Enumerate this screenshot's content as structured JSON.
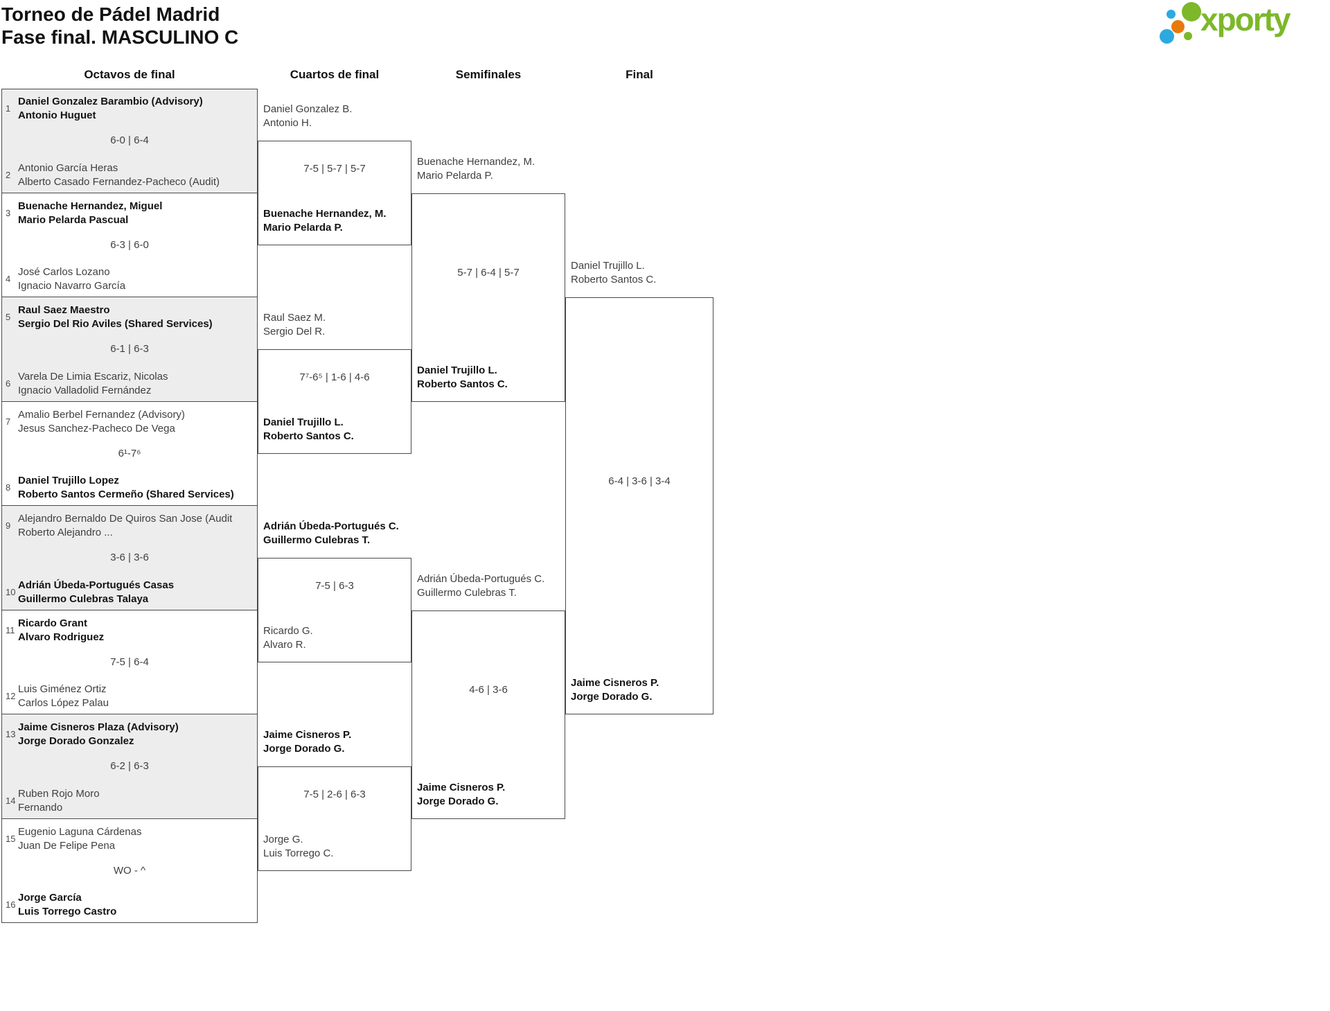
{
  "title": {
    "line1": "Torneo de Pádel Madrid",
    "line2": "Fase final. MASCULINO C"
  },
  "logo": {
    "text": "xporty",
    "green": "#7cb829",
    "blue": "#2ba9e1",
    "orange": "#e8790d"
  },
  "round_headers": [
    "Octavos de final",
    "Cuartos de final",
    "Semifinales",
    "Final"
  ],
  "bracket": {
    "octavos": [
      {
        "seed_top": "1",
        "seed_bottom": "2",
        "top": [
          "Daniel Gonzalez Barambio (Advisory)",
          "Antonio Huguet"
        ],
        "bottom": [
          "Antonio García Heras",
          "Alberto Casado Fernandez-Pacheco (Audit)"
        ],
        "score": "6-0 | 6-4",
        "top_bold": true,
        "bottom_bold": false
      },
      {
        "seed_top": "3",
        "seed_bottom": "4",
        "top": [
          "Buenache Hernandez, Miguel",
          "Mario Pelarda Pascual"
        ],
        "bottom": [
          "José Carlos Lozano",
          "Ignacio Navarro García"
        ],
        "score": "6-3 | 6-0",
        "top_bold": true,
        "bottom_bold": false
      },
      {
        "seed_top": "5",
        "seed_bottom": "6",
        "top": [
          "Raul Saez Maestro",
          "Sergio Del Rio Aviles (Shared Services)"
        ],
        "bottom": [
          "Varela De Limia Escariz, Nicolas",
          "Ignacio Valladolid Fernández"
        ],
        "score": "6-1 | 6-3",
        "top_bold": true,
        "bottom_bold": false
      },
      {
        "seed_top": "7",
        "seed_bottom": "8",
        "top": [
          "Amalio Berbel Fernandez (Advisory)",
          "Jesus Sanchez-Pacheco De Vega"
        ],
        "bottom": [
          "Daniel Trujillo Lopez",
          "Roberto Santos Cermeño (Shared Services)"
        ],
        "score": "6¹-7⁶",
        "top_bold": false,
        "bottom_bold": true
      },
      {
        "seed_top": "9",
        "seed_bottom": "10",
        "top": [
          "Alejandro Bernaldo De Quiros San Jose (Audit",
          "Roberto Alejandro ..."
        ],
        "bottom": [
          "Adrián Úbeda-Portugués Casas",
          "Guillermo Culebras Talaya"
        ],
        "score": "3-6 | 3-6",
        "top_bold": false,
        "bottom_bold": true
      },
      {
        "seed_top": "11",
        "seed_bottom": "12",
        "top": [
          "Ricardo Grant",
          "Alvaro Rodriguez"
        ],
        "bottom": [
          "Luis Giménez Ortiz",
          "Carlos López Palau"
        ],
        "score": "7-5 | 6-4",
        "top_bold": true,
        "bottom_bold": false
      },
      {
        "seed_top": "13",
        "seed_bottom": "14",
        "top": [
          "Jaime Cisneros Plaza (Advisory)",
          "Jorge Dorado Gonzalez"
        ],
        "bottom": [
          "Ruben Rojo Moro",
          "Fernando"
        ],
        "score": "6-2 | 6-3",
        "top_bold": true,
        "bottom_bold": false
      },
      {
        "seed_top": "15",
        "seed_bottom": "16",
        "top": [
          "Eugenio Laguna Cárdenas",
          "Juan De Felipe Pena"
        ],
        "bottom": [
          "Jorge García",
          "Luis Torrego Castro"
        ],
        "score": "WO - ^",
        "top_bold": false,
        "bottom_bold": true
      }
    ],
    "cuartos": [
      {
        "top": [
          "Daniel Gonzalez B.",
          "Antonio H."
        ],
        "bottom": [
          "Buenache Hernandez, M.",
          "Mario Pelarda P."
        ],
        "score": "7-5 | 5-7 | 5-7",
        "top_bold": false,
        "bottom_bold": true
      },
      {
        "top": [
          "Raul Saez M.",
          "Sergio Del R."
        ],
        "bottom": [
          "Daniel Trujillo L.",
          "Roberto Santos C."
        ],
        "score": "7⁷-6⁵ | 1-6 | 4-6",
        "top_bold": false,
        "bottom_bold": true
      },
      {
        "top": [
          "Adrián Úbeda-Portugués C.",
          "Guillermo Culebras T."
        ],
        "bottom": [
          "Ricardo G.",
          "Alvaro R."
        ],
        "score": "7-5 | 6-3",
        "top_bold": true,
        "bottom_bold": false
      },
      {
        "top": [
          "Jaime Cisneros P.",
          "Jorge Dorado G."
        ],
        "bottom": [
          "Jorge G.",
          "Luis Torrego C."
        ],
        "score": "7-5 | 2-6 | 6-3",
        "top_bold": true,
        "bottom_bold": false
      }
    ],
    "semifinales": [
      {
        "top": [
          "Buenache Hernandez, M.",
          "Mario Pelarda P."
        ],
        "bottom": [
          "Daniel Trujillo L.",
          "Roberto Santos C."
        ],
        "score": "5-7 | 6-4 | 5-7",
        "top_bold": false,
        "bottom_bold": true
      },
      {
        "top": [
          "Adrián Úbeda-Portugués C.",
          "Guillermo Culebras T."
        ],
        "bottom": [
          "Jaime Cisneros P.",
          "Jorge Dorado G."
        ],
        "score": "4-6 | 3-6",
        "top_bold": false,
        "bottom_bold": true
      }
    ],
    "final": [
      {
        "top": [
          "Daniel Trujillo L.",
          "Roberto Santos C."
        ],
        "bottom": [
          "Jaime Cisneros P.",
          "Jorge Dorado G."
        ],
        "score": "6-4 | 3-6 | 3-4",
        "top_bold": false,
        "bottom_bold": true
      }
    ]
  }
}
